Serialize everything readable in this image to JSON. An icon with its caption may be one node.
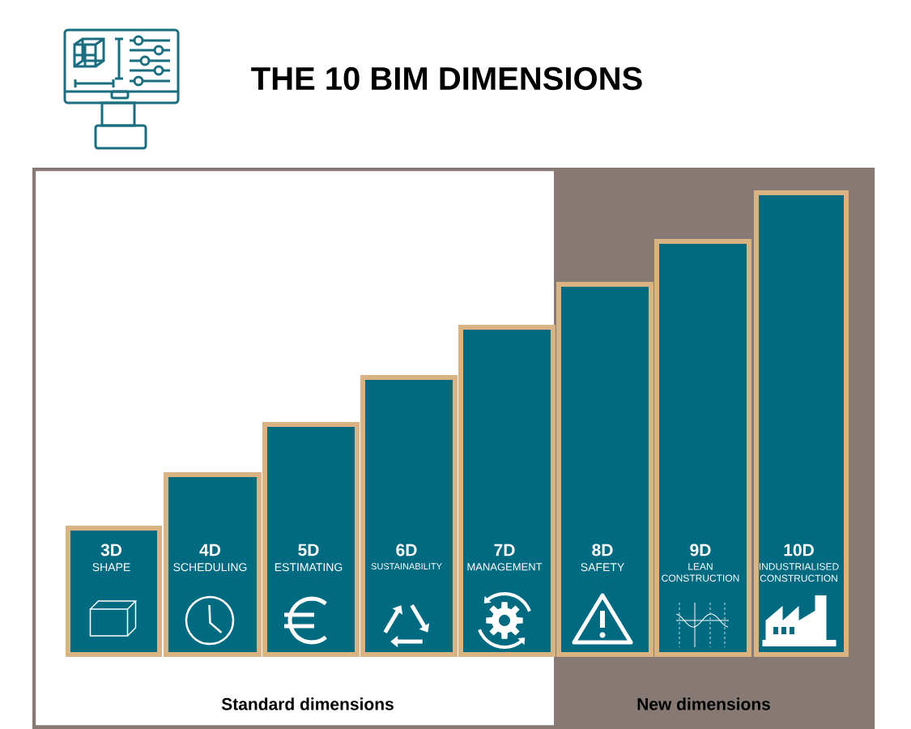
{
  "diagram": {
    "title": "THE 10 BIM DIMENSIONS",
    "nodes": [
      {
        "text": [
          "Standard dimensions"
        ]
      },
      {
        "text": [
          "New dimensions"
        ]
      },
      {
        "text": [
          "3D",
          "SHAPE"
        ],
        "in": 0
      },
      {
        "text": [
          "4D",
          "SCHEDULING"
        ],
        "in": 0
      },
      {
        "text": [
          "5D",
          "ESTIMATING"
        ],
        "in": 0
      },
      {
        "text": [
          "6D",
          "SUSTAINABILITY"
        ],
        "in": 0
      },
      {
        "text": [
          "7D",
          "MANAGEMENT"
        ],
        "in": 0
      },
      {
        "text": [
          "8D",
          "SAFETY"
        ],
        "in": 1
      },
      {
        "text": [
          "9D",
          "LEAN CONSTRUCTION"
        ],
        "in": 1
      },
      {
        "text": [
          "10D",
          "INDUSTRIALISED CONSTRUCTION"
        ],
        "in": 1
      }
    ]
  }
}
